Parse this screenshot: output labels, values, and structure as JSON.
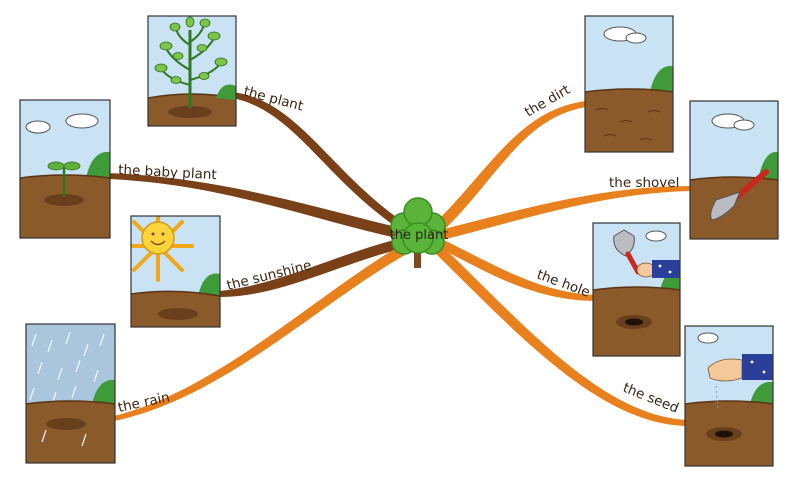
{
  "center": {
    "label": "the plant"
  },
  "branches": [
    {
      "id": "plant",
      "label": "the plant",
      "scene": "grown-plant"
    },
    {
      "id": "babyplant",
      "label": "the baby plant",
      "scene": "sprout"
    },
    {
      "id": "sunshine",
      "label": "the sunshine",
      "scene": "sun"
    },
    {
      "id": "rain",
      "label": "the rain",
      "scene": "rain"
    },
    {
      "id": "dirt",
      "label": "the dirt",
      "scene": "dirt"
    },
    {
      "id": "shovel",
      "label": "the shovel",
      "scene": "shovel"
    },
    {
      "id": "hole",
      "label": "the hole",
      "scene": "hole"
    },
    {
      "id": "seed",
      "label": "the seed",
      "scene": "seed"
    }
  ],
  "colors": {
    "left_branch": "#7a4018",
    "right_branch": "#e8801e",
    "sky": "#c9e2f4",
    "soil": "#8b5a2b",
    "grass": "#3f9b3a",
    "tree": "#5bb43a"
  }
}
